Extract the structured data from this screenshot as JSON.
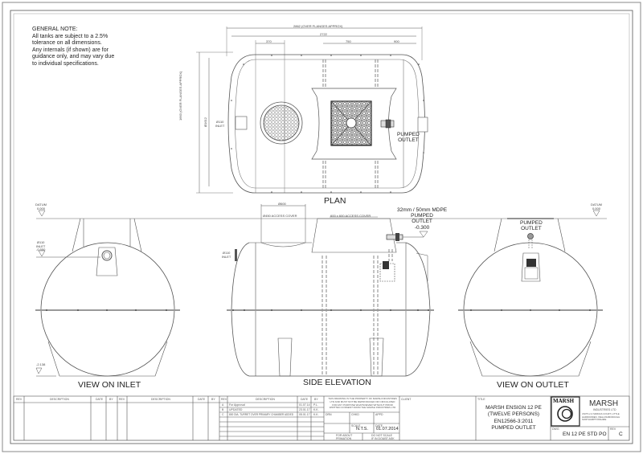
{
  "general_note": {
    "heading": "GENERAL NOTE:",
    "lines": [
      "All tanks are subject to a 2.5%",
      "tolerance on all dimensions.",
      "Any internals (if shown) are for",
      "guidance only, and may vary due",
      "to individual specifications."
    ]
  },
  "plan": {
    "title": "PLAN",
    "dims": {
      "overall": "2862 (OVER FLANGES APPROX)",
      "length": "2722",
      "inlet_offset": "370",
      "mid": "750",
      "outlet_offset": "900",
      "height_overall": "1663 (OVER FLANGES APPROX)",
      "diameter": "Ø1612"
    },
    "inlet_label": [
      "Ø110",
      "INLET"
    ],
    "outlet_label": [
      "PUMPED",
      "OUTLET"
    ]
  },
  "view_inlet": {
    "title": "VIEW ON INLET",
    "datum": [
      "DATUM",
      "0.000"
    ],
    "inlet": [
      "Ø110",
      "INLET",
      "-0.550"
    ],
    "invert": [
      "-2.138"
    ]
  },
  "side_elevation": {
    "title": "SIDE ELEVATION",
    "dim_600": "Ø600",
    "cover_left": "Ø450 ACCESS COVER",
    "cover_right": "600 x 600 ACCESS COVER",
    "inlet": [
      "Ø110",
      "INLET"
    ],
    "pumped_outlet": [
      "32mm / 50mm MDPE",
      "PUMPED",
      "OUTLET",
      "-0.300"
    ]
  },
  "view_outlet": {
    "title": "VIEW ON OUTLET",
    "label": [
      "PUMPED",
      "OUTLET"
    ],
    "datum": [
      "DATUM",
      "0.000"
    ]
  },
  "title_block": {
    "rev_headers_left": [
      "REV",
      "DESCRIPTION",
      "DATE",
      "BY"
    ],
    "rev_headers_right": [
      "REV",
      "DESCRIPTION",
      "DATE",
      "BY"
    ],
    "rev_headers_mid": [
      "NO",
      "REV",
      "DESCRIPTION",
      "DATE",
      "BY"
    ],
    "revisions": [
      {
        "rev": "A",
        "description": "For Approval",
        "date": "01.07.14",
        "by": "P.L."
      },
      {
        "rev": "B",
        "description": "UPDATED",
        "date": "23.01.17",
        "by": "K.K."
      },
      {
        "rev": "C",
        "description": "800 DIA. TURRET OVER PRIMARY CHAMBER ADDED",
        "date": "05.01.17",
        "by": "K.K."
      }
    ],
    "property_notice": "THIS DRAWING IS THE PROPERTY OF MARSH INDUSTRIES LTD AND MUST NOT BE REPRODUCED OR CIRCULATED FOR ANY PURPOSE WHATSOEVER WITHOUT PRIOR WRITTEN CONSENT FROM THE MARSH INDUSTRIES LTD",
    "drn_label": "DRN",
    "chkd_label": "CHKD",
    "appd_label": "APPD",
    "scale_label": "SCALE",
    "scale": "N.T.S.",
    "date_label": "DATE",
    "date": "01.07.2014",
    "status_label": "FOR ABOUT",
    "status": "PRIMATION",
    "do_not_scale": "DO NOT SCALE",
    "if_in_doubt": "IF IN DOUBT ASK",
    "client_label": "CLIENT",
    "title_label": "TITLE",
    "title_lines": [
      "MARSH ENSIGN 12 PE",
      "(TWELVE PERSONS)",
      "EN12566-3:2011",
      "PUMPED OUTLET"
    ],
    "company": "MARSH",
    "company_sub": "INDUSTRIES LTD",
    "logo_text": "MARSH",
    "address": "UNITS 2-3 SIDINGS COURT, LITTLE HARROWDEN, WELLINGBOROUGH NORTHAMPTONSHIRE",
    "dwg_label": "DWG",
    "dwg_no": "EN 12 PE STD PO",
    "rev_label": "REV",
    "rev": "C"
  }
}
